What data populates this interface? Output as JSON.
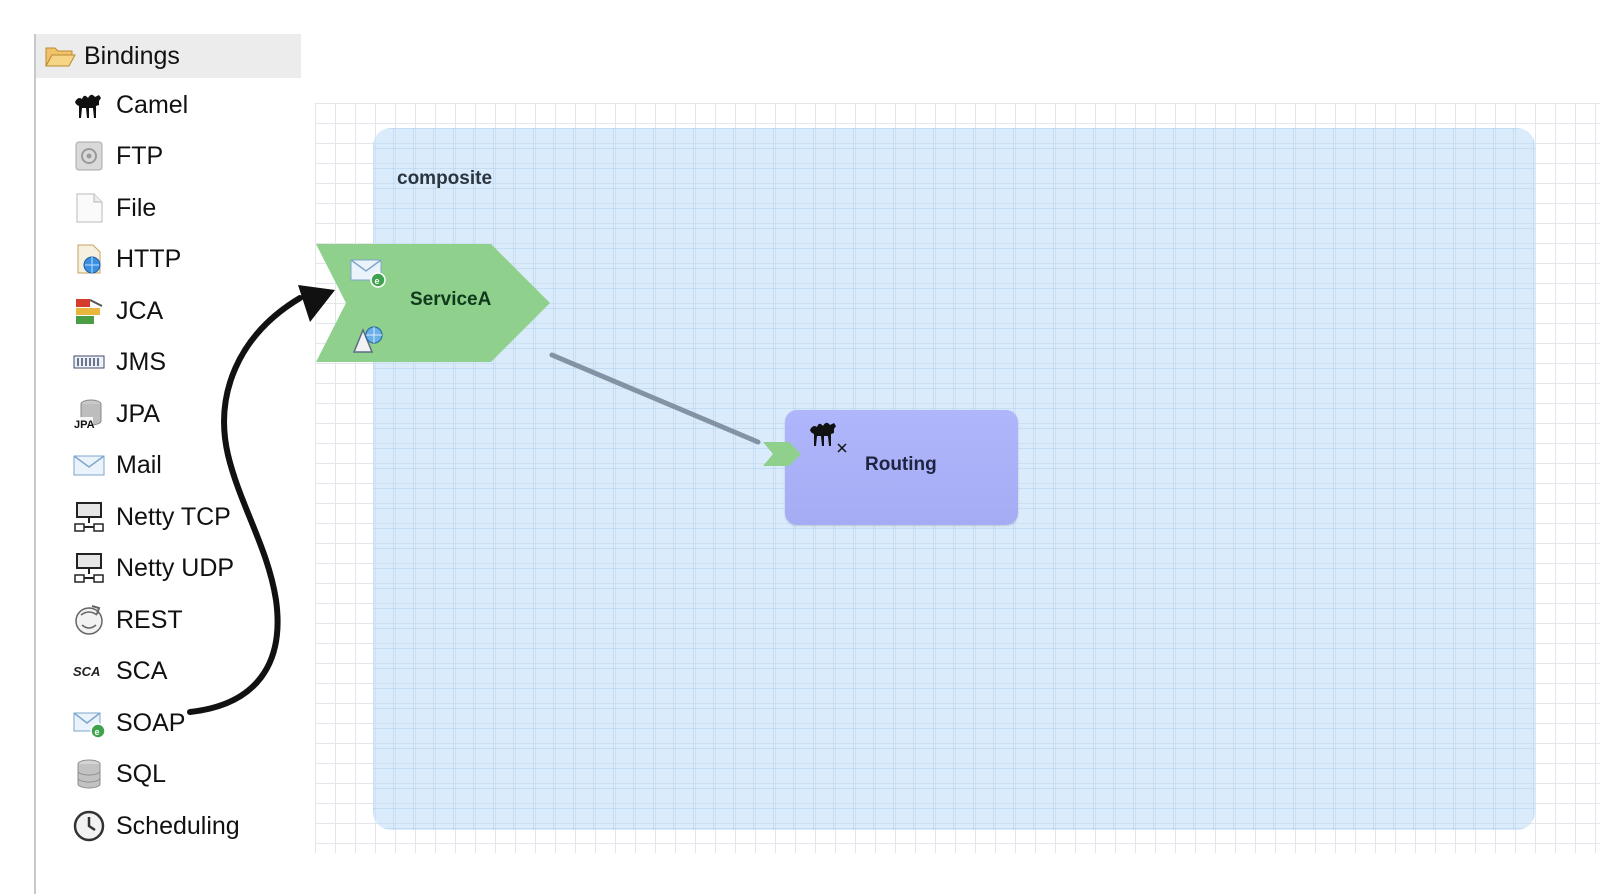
{
  "palette": {
    "header": {
      "label": "Bindings",
      "icon": "folder-open-icon"
    },
    "items": [
      {
        "label": "Camel",
        "icon": "camel-icon"
      },
      {
        "label": "FTP",
        "icon": "ftp-icon"
      },
      {
        "label": "File",
        "icon": "file-icon"
      },
      {
        "label": "HTTP",
        "icon": "http-icon"
      },
      {
        "label": "JCA",
        "icon": "jca-icon"
      },
      {
        "label": "JMS",
        "icon": "jms-icon"
      },
      {
        "label": "JPA",
        "icon": "jpa-icon"
      },
      {
        "label": "Mail",
        "icon": "mail-icon"
      },
      {
        "label": "Netty TCP",
        "icon": "netty-tcp-icon"
      },
      {
        "label": "Netty UDP",
        "icon": "netty-udp-icon"
      },
      {
        "label": "REST",
        "icon": "rest-icon"
      },
      {
        "label": "SCA",
        "icon": "sca-icon"
      },
      {
        "label": "SOAP",
        "icon": "soap-icon"
      },
      {
        "label": "SQL",
        "icon": "sql-icon"
      },
      {
        "label": "Scheduling",
        "icon": "scheduling-icon"
      }
    ]
  },
  "diagram": {
    "composite": {
      "label": "composite"
    },
    "service": {
      "label": "ServiceA",
      "icons": [
        "soap-icon",
        "interface-icon"
      ]
    },
    "component": {
      "label": "Routing",
      "icon": "camel-icon"
    }
  },
  "colors": {
    "service_fill": "#8fd08c",
    "component_fill": "#aab0f7",
    "composite_fill": "#dcecfb",
    "wire": "#8393a5"
  }
}
